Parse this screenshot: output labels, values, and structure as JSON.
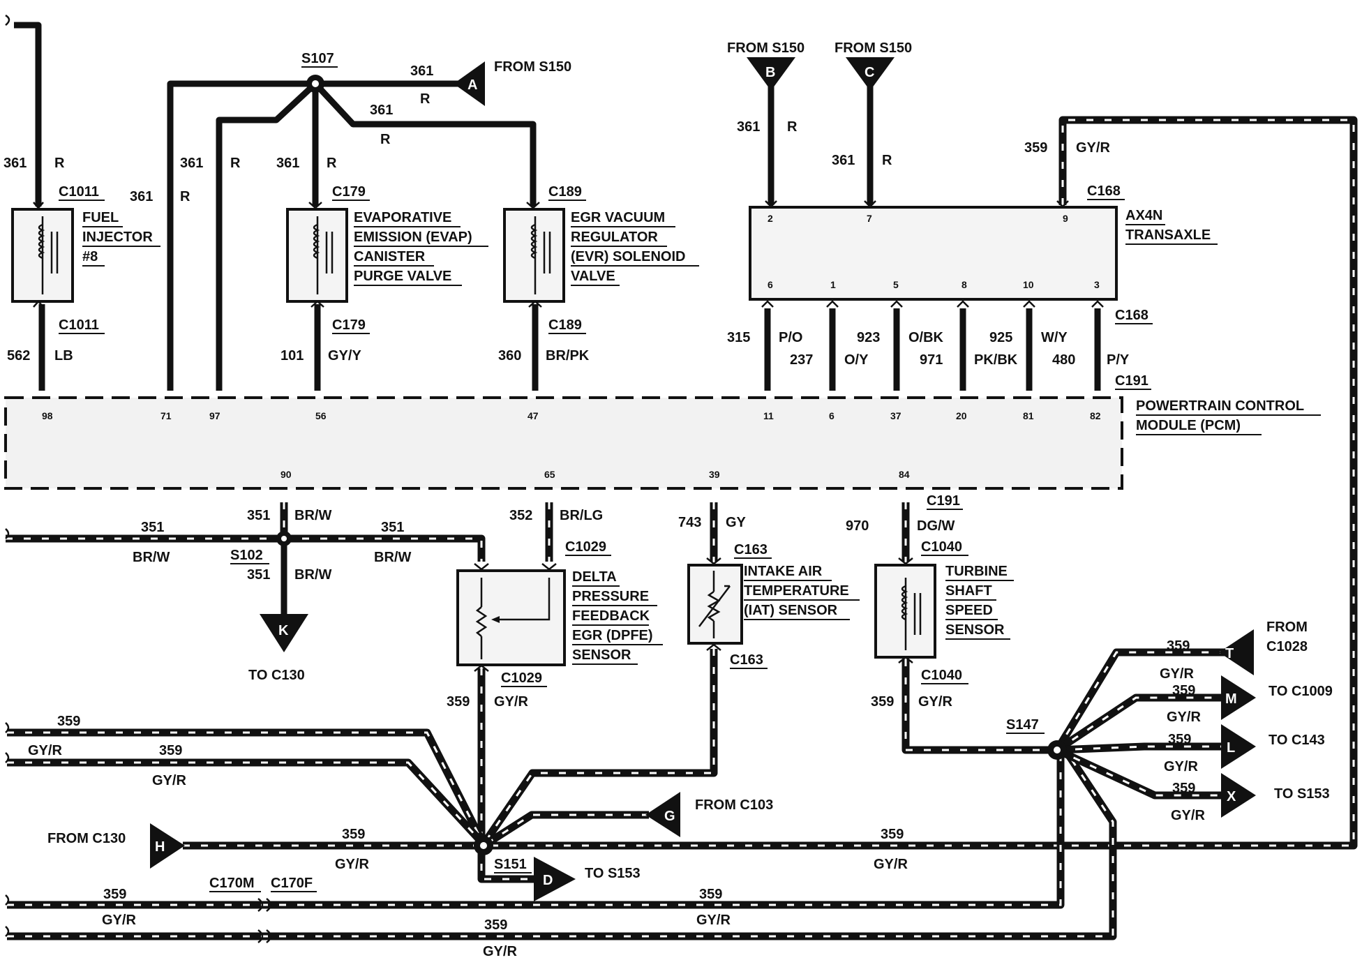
{
  "components": {
    "fuel_injector": [
      "FUEL",
      "INJECTOR",
      "#8"
    ],
    "evap": [
      "EVAPORATIVE",
      "EMISSION (EVAP)",
      "CANISTER",
      "PURGE VALVE"
    ],
    "evr": [
      "EGR VACUUM",
      "REGULATOR",
      "(EVR) SOLENOID",
      "VALVE"
    ],
    "transaxle": [
      "AX4N",
      "TRANSAXLE"
    ],
    "pcm": [
      "POWERTRAIN CONTROL",
      "MODULE (PCM)"
    ],
    "dpfe": [
      "DELTA",
      "PRESSURE",
      "FEEDBACK",
      "EGR (DPFE)",
      "SENSOR"
    ],
    "iat": [
      "INTAKE AIR",
      "TEMPERATURE",
      "(IAT) SENSOR"
    ],
    "tss": [
      "TURBINE",
      "SHAFT",
      "SPEED",
      "SENSOR"
    ]
  },
  "splices": {
    "s107": "S107",
    "s102": "S102",
    "s151": "S151",
    "s147": "S147"
  },
  "connectors": {
    "c1011": "C1011",
    "c179": "C179",
    "c189": "C189",
    "c168": "C168",
    "c191": "C191",
    "c1029": "C1029",
    "c163": "C163",
    "c1040": "C1040",
    "c170m": "C170M",
    "c170f": "C170F"
  },
  "circuits": {
    "c361": "361",
    "c562": "562",
    "c101": "101",
    "c360": "360",
    "c315": "315",
    "c237": "237",
    "c923": "923",
    "c971": "971",
    "c925": "925",
    "c480": "480",
    "c359": "359",
    "c351": "351",
    "c352": "352",
    "c743": "743",
    "c970": "970"
  },
  "colors": {
    "r": "R",
    "lb": "LB",
    "gy_y": "GY/Y",
    "br_pk": "BR/PK",
    "gy_r": "GY/R",
    "p_o": "P/O",
    "o_y": "O/Y",
    "o_bk": "O/BK",
    "pk_bk": "PK/BK",
    "w_y": "W/Y",
    "p_y": "P/Y",
    "br_w": "BR/W",
    "br_lg": "BR/LG",
    "gy": "GY",
    "dg_w": "DG/W"
  },
  "references": {
    "a": {
      "letter": "A",
      "text": "FROM S150"
    },
    "b": {
      "letter": "B",
      "text": "FROM S150"
    },
    "c": {
      "letter": "C",
      "text": "FROM S150"
    },
    "k": {
      "letter": "K",
      "text": "TO C130"
    },
    "g": {
      "letter": "G",
      "text": "FROM C103"
    },
    "h": {
      "letter": "H",
      "text": "FROM C130"
    },
    "d": {
      "letter": "D",
      "text": "TO S153"
    },
    "t": {
      "letter": "T",
      "text": [
        "FROM",
        "C1028"
      ]
    },
    "m": {
      "letter": "M",
      "text": "TO C1009"
    },
    "l": {
      "letter": "L",
      "text": "TO C143"
    },
    "x": {
      "letter": "X",
      "text": "TO S153"
    }
  },
  "pins": {
    "tx_top": [
      "2",
      "7",
      "9"
    ],
    "tx_bottom": [
      "6",
      "1",
      "5",
      "8",
      "10",
      "3"
    ],
    "pcm_top": [
      "98",
      "71",
      "97",
      "56",
      "47",
      "11",
      "6",
      "37",
      "20",
      "81",
      "82"
    ],
    "pcm_bottom": [
      "90",
      "65",
      "39",
      "84"
    ]
  }
}
